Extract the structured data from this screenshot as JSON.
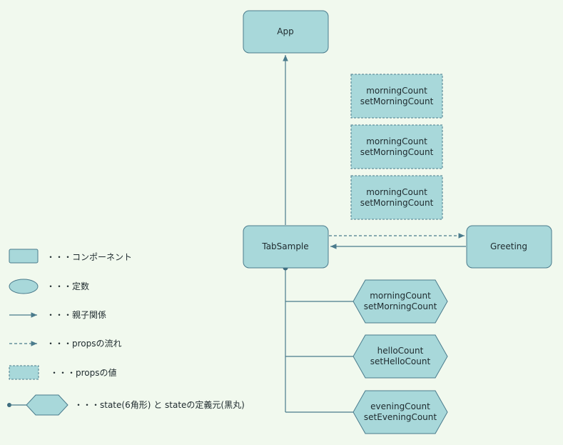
{
  "nodes": {
    "app": "App",
    "tabsample": "TabSample",
    "greeting": "Greeting"
  },
  "props_values": [
    {
      "line1": "morningCount",
      "line2": "setMorningCount"
    },
    {
      "line1": "morningCount",
      "line2": "setMorningCount"
    },
    {
      "line1": "morningCount",
      "line2": "setMorningCount"
    }
  ],
  "states": [
    {
      "line1": "morningCount",
      "line2": "setMorningCount"
    },
    {
      "line1": "helloCount",
      "line2": "setHelloCount"
    },
    {
      "line1": "eveningCount",
      "line2": "setEveningCount"
    }
  ],
  "legend": {
    "component": "・・・コンポーネント",
    "constant": "・・・定数",
    "parent_child": "・・・親子関係",
    "props_flow": "・・・propsの流れ",
    "props_value": "・・・propsの値",
    "state": "・・・state(6角形) と stateの定義元(黒丸)"
  },
  "colors": {
    "fill": "#a8d8da",
    "stroke": "#4a7b8c",
    "background": "#f1f9ee"
  }
}
